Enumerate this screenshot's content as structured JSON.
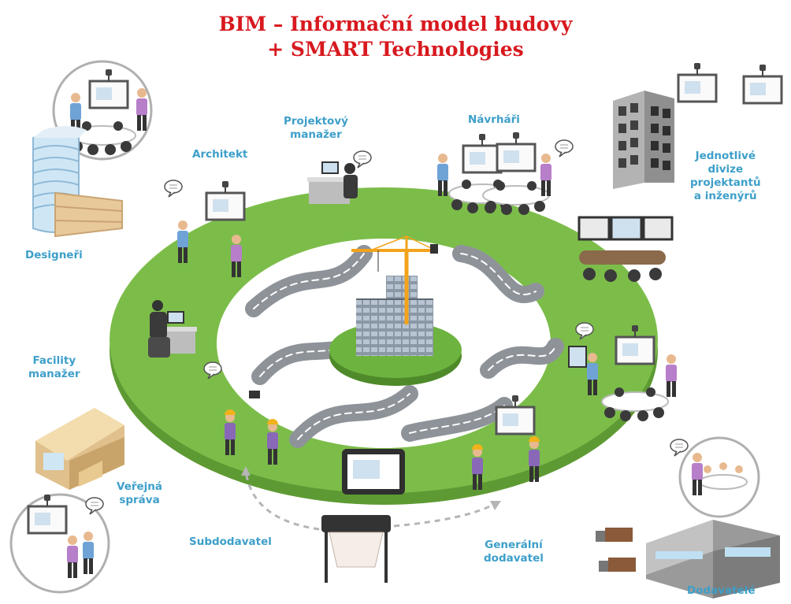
{
  "title": {
    "line1": "BIM – Informační model budovy",
    "line2": "+ SMART Technologies"
  },
  "labels": {
    "projektovy_manazer": [
      "Projektový",
      "manažer"
    ],
    "navrhari": "Návrháři",
    "architekt": "Architekt",
    "designeri": "Designeři",
    "jednotlive_divize": [
      "Jednotlivé",
      "divize",
      "projektantů",
      "a inženýrů"
    ],
    "facility_manazer": [
      "Facility",
      "manažer"
    ],
    "verejna_sprava": [
      "Veřejná",
      "správa"
    ],
    "subdodavatel": "Subdodavatel",
    "generalni_dodavatel": [
      "Generální",
      "dodavatel"
    ],
    "dodavatele": "Dodavatelé"
  },
  "colors": {
    "title": "#d7191f",
    "label": "#3d9fc9",
    "ring": "#7cbd4a",
    "ring_side": "#5e9a33",
    "road": "#9aa0a6",
    "platform": "#6db33f"
  },
  "icons": [
    "crane-icon",
    "building-under-construction-icon",
    "office-tower-icon",
    "person-icon",
    "interactive-whiteboard-icon",
    "projector-icon",
    "meeting-table-icon",
    "tablet-icon",
    "plotter-icon",
    "factory-icon",
    "truck-icon",
    "speech-bubble-icon",
    "dashed-arrow-icon"
  ]
}
